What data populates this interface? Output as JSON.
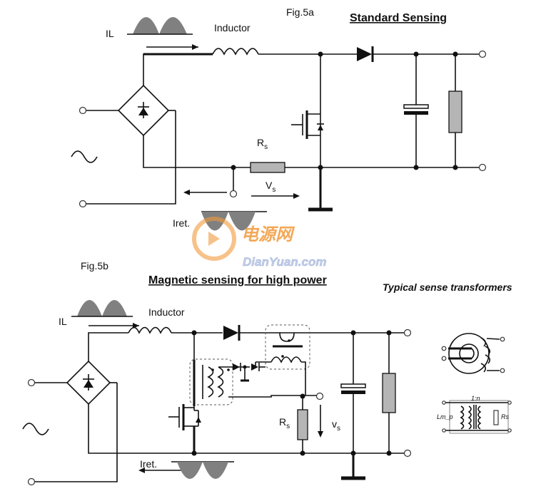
{
  "fig5a": {
    "fig_label": "Fig.5a",
    "title": "Standard Sensing",
    "il": "IL",
    "inductor": "Inductor",
    "rs": "R",
    "rs_sub": "s",
    "vs": "V",
    "vs_sub": "s",
    "iret": "Iret."
  },
  "fig5b": {
    "fig_label": "Fig.5b",
    "title": "Magnetic sensing for high power",
    "il": "IL",
    "inductor": "Inductor",
    "rs": "R",
    "rs_sub": "s",
    "vs": "v",
    "vs_sub": "s",
    "iret": "Iret."
  },
  "transformers": {
    "title": "Typical sense transformers",
    "ratio": "1:n",
    "lm": "Lm_p",
    "rs": "Rs"
  },
  "watermark": {
    "cn": "电源网",
    "en": "DianYuan.com"
  },
  "colors": {
    "wave_fill": "#808080",
    "resistor_fill": "#b5b5b5",
    "watermark_orange": "#f29a3c",
    "watermark_blue": "#b9c7e6"
  }
}
